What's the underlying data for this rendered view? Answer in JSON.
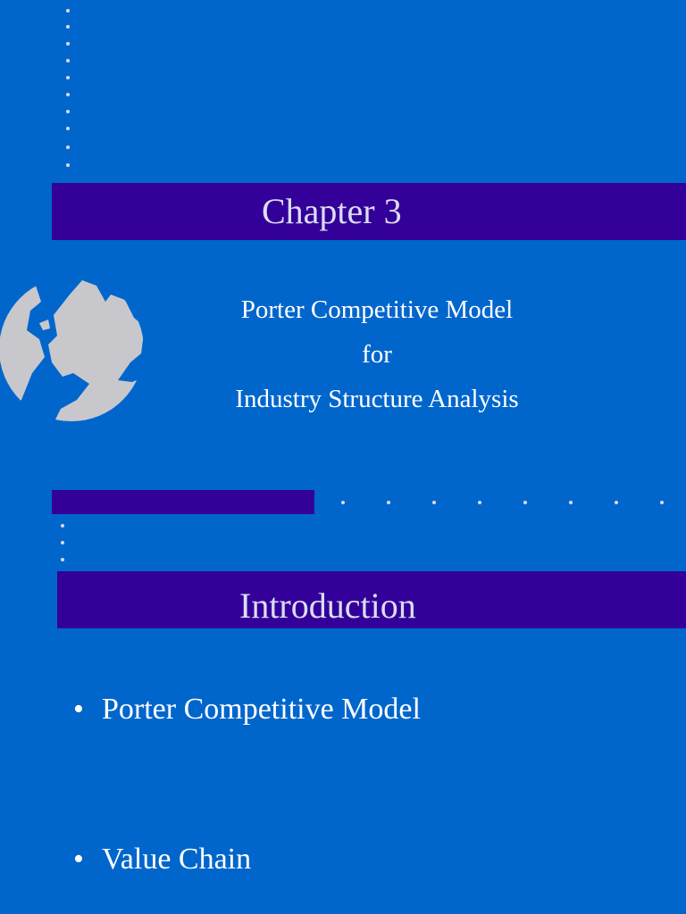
{
  "slide1": {
    "title": "Chapter 3",
    "subtitle_lines": [
      "Porter Competitive Model",
      "for",
      "Industry Structure Analysis"
    ]
  },
  "slide2": {
    "title": "Introduction",
    "bullet_symbol": "•",
    "bullets": [
      "Porter Competitive Model",
      "Value Chain"
    ]
  },
  "colors": {
    "background": "#0066cc",
    "band": "#330099",
    "globe": "#c8c8cc",
    "dots": "#d9d9e6"
  },
  "icons": {
    "globe": "globe-icon"
  }
}
